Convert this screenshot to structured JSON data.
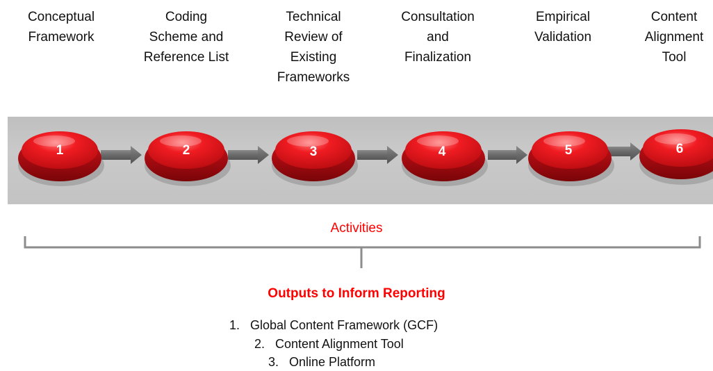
{
  "colors": {
    "accent": "#ff0000",
    "button_red": "#e8141b",
    "band_gray": "#c4c4c4",
    "arrow_gray": "#6f6f6f"
  },
  "steps": [
    {
      "number": "1",
      "label": "Conceptual\nFramework"
    },
    {
      "number": "2",
      "label": "Coding\nScheme and\nReference List"
    },
    {
      "number": "3",
      "label": "Technical\nReview of\nExisting\nFrameworks"
    },
    {
      "number": "4",
      "label": "Consultation\nand\nFinalization"
    },
    {
      "number": "5",
      "label": "Empirical\nValidation"
    },
    {
      "number": "6",
      "label": "Content\nAlignment\nTool"
    }
  ],
  "activities_label": "Activities",
  "outputs": {
    "title": "Outputs to Inform Reporting",
    "items": [
      {
        "number": "1.",
        "text": "Global Content Framework (GCF)"
      },
      {
        "number": "2.",
        "text": "Content Alignment Tool"
      },
      {
        "number": "3.",
        "text": "Online Platform"
      }
    ]
  }
}
